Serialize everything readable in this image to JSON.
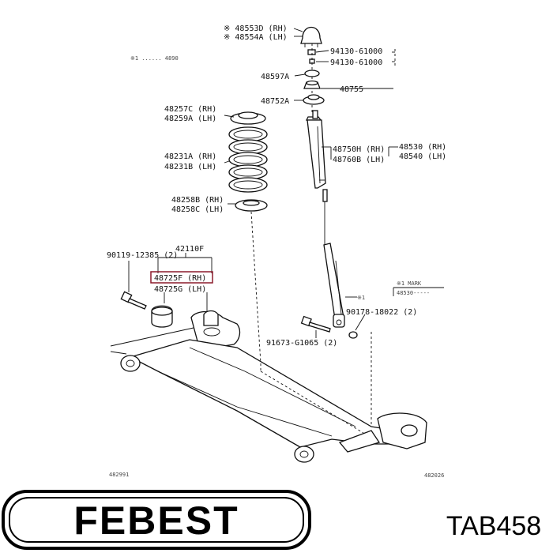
{
  "labels": {
    "l48553d": "※ 48553D (RH)",
    "l48554a": "※ 48554A (LH)",
    "l94130a": "94130-61000",
    "l94130b": "94130-61000",
    "l48597a": "48597A",
    "l48755": "48755",
    "l48752a": "48752A",
    "l48257c": "48257C (RH)",
    "l48259a": "48259A (LH)",
    "l48231a": "48231A (RH)",
    "l48231b": "48231B (LH)",
    "l48750h": "48750H (RH)",
    "l48760b": "48760B (LH)",
    "l48530": "48530 (RH)",
    "l48540": "48540 (LH)",
    "l48258b": "48258B (RH)",
    "l48258c": "48258C (LH)",
    "l90119": "90119-12385 (2)",
    "l42110f": "42110F",
    "l48725f": "48725F (RH)",
    "l48725g": "48725G (LH)",
    "l90178": "90178-18022 (2)",
    "l91673": "91673-G1065 (2)",
    "l_mark": "※1 MARK",
    "l_mark2": "48530-----",
    "l_x1": "※1",
    "ref_left": "482991",
    "ref_right": "482026",
    "ref_top": "※1 ...... 4890"
  },
  "brand": {
    "name": "FEBEST",
    "part_code": "TAB458"
  },
  "colors": {
    "highlight": "#8b1a2b",
    "ink": "#111111"
  }
}
